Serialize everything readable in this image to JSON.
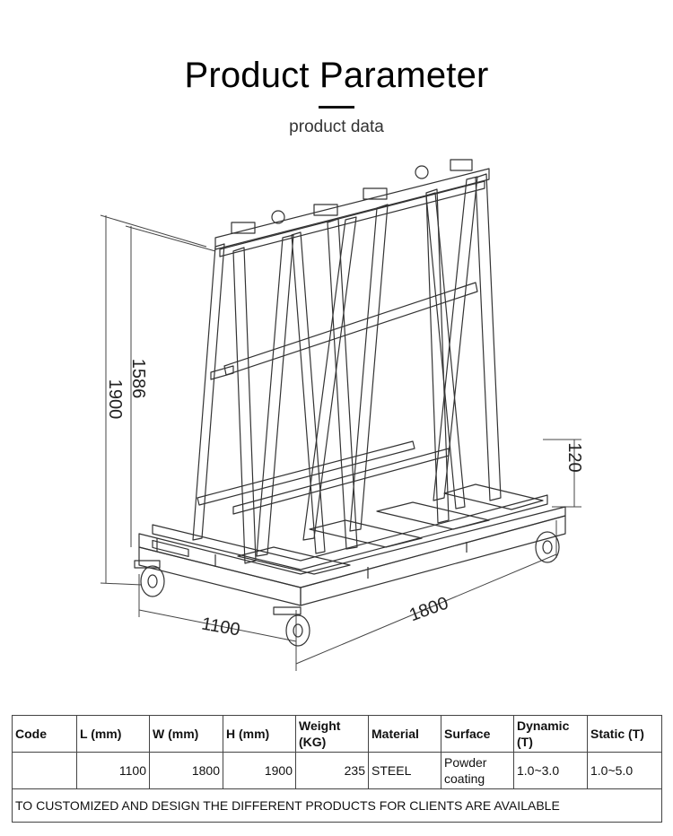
{
  "header": {
    "title": "Product Parameter",
    "subtitle": "product data"
  },
  "drawing": {
    "dimensions": {
      "overall_height": "1900",
      "frame_height": "1586",
      "base_height": "120",
      "length": "1800",
      "width": "1100"
    }
  },
  "table": {
    "columns": [
      {
        "label": "Code"
      },
      {
        "label": "L (mm)"
      },
      {
        "label": "W (mm)"
      },
      {
        "label": "H (mm)"
      },
      {
        "label": "Weight (KG)"
      },
      {
        "label": "Material"
      },
      {
        "label": "Surface"
      },
      {
        "label": "Dynamic (T)"
      },
      {
        "label": "Static (T)"
      }
    ],
    "row": {
      "code": "",
      "length": "1100",
      "width": "1800",
      "height": "1900",
      "weight": "235",
      "material": "STEEL",
      "surface": "Powder coating",
      "dynamic": "1.0~3.0",
      "static": "1.0~5.0"
    },
    "footer": "TO CUSTOMIZED AND DESIGN THE DIFFERENT PRODUCTS FOR CLIENTS ARE AVAILABLE"
  }
}
